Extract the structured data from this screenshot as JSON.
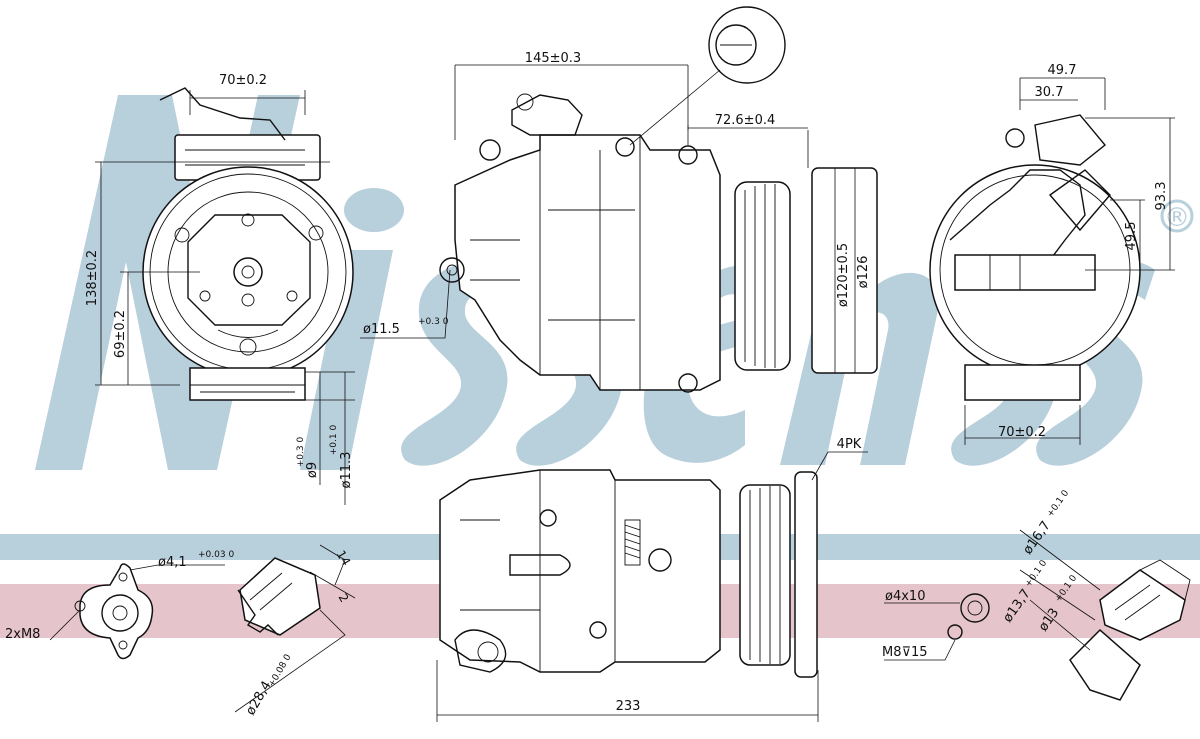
{
  "watermark": {
    "brand": "Nissens",
    "registered_mark": "®",
    "colors": {
      "letters": "#b8cfdc",
      "blue_band": "#b8cfdc",
      "red_band": "#e6c4cc",
      "line": "#111111",
      "background": "#ffffff"
    }
  },
  "front_view": {
    "width_dim": "70±0.2",
    "height_dim": "138±0.2",
    "axis_dim": "69±0.2",
    "bolt_dim_main": "ø9",
    "bolt_dim_tol": "+0.3 0",
    "bolt2_dim_main": "ø11.3",
    "bolt2_dim_tol": "+0.1 0"
  },
  "side_view": {
    "length_dim": "145±0.3",
    "pulley_offset_dim": "72.6±0.4",
    "pulley_inner_dim": "ø120±0.5",
    "pulley_outer_dim": "ø126",
    "hole_dim_main": "ø11.5",
    "hole_dim_tol": "+0.3 0"
  },
  "rear_view": {
    "dim_497": "49.7",
    "dim_307": "30.7",
    "dim_933": "93.3",
    "dim_495": "49.5",
    "width_dim": "70±0.2"
  },
  "bottom_view": {
    "length_dim": "233",
    "belt_label": "4PK"
  },
  "details": {
    "port_dim_main": "ø4,1",
    "port_dim_tol": "+0.03 0",
    "port_bolts": "2xM8",
    "fitting_dim_14": "14",
    "fitting_dim_2": "2",
    "fitting_dia_main": "ø28,4",
    "fitting_dia_tol": "+0.08 0",
    "valve_hole": "ø4x10",
    "valve_thread": "M8⊽15",
    "pipe_dia1_main": "ø16,7",
    "pipe_dia1_tol": "+0.1 0",
    "pipe_dia2_main": "ø13,7",
    "pipe_dia2_tol": "+0.1 0",
    "pipe_dia3_main": "ø13",
    "pipe_dia3_tol": "+0.1 0"
  }
}
